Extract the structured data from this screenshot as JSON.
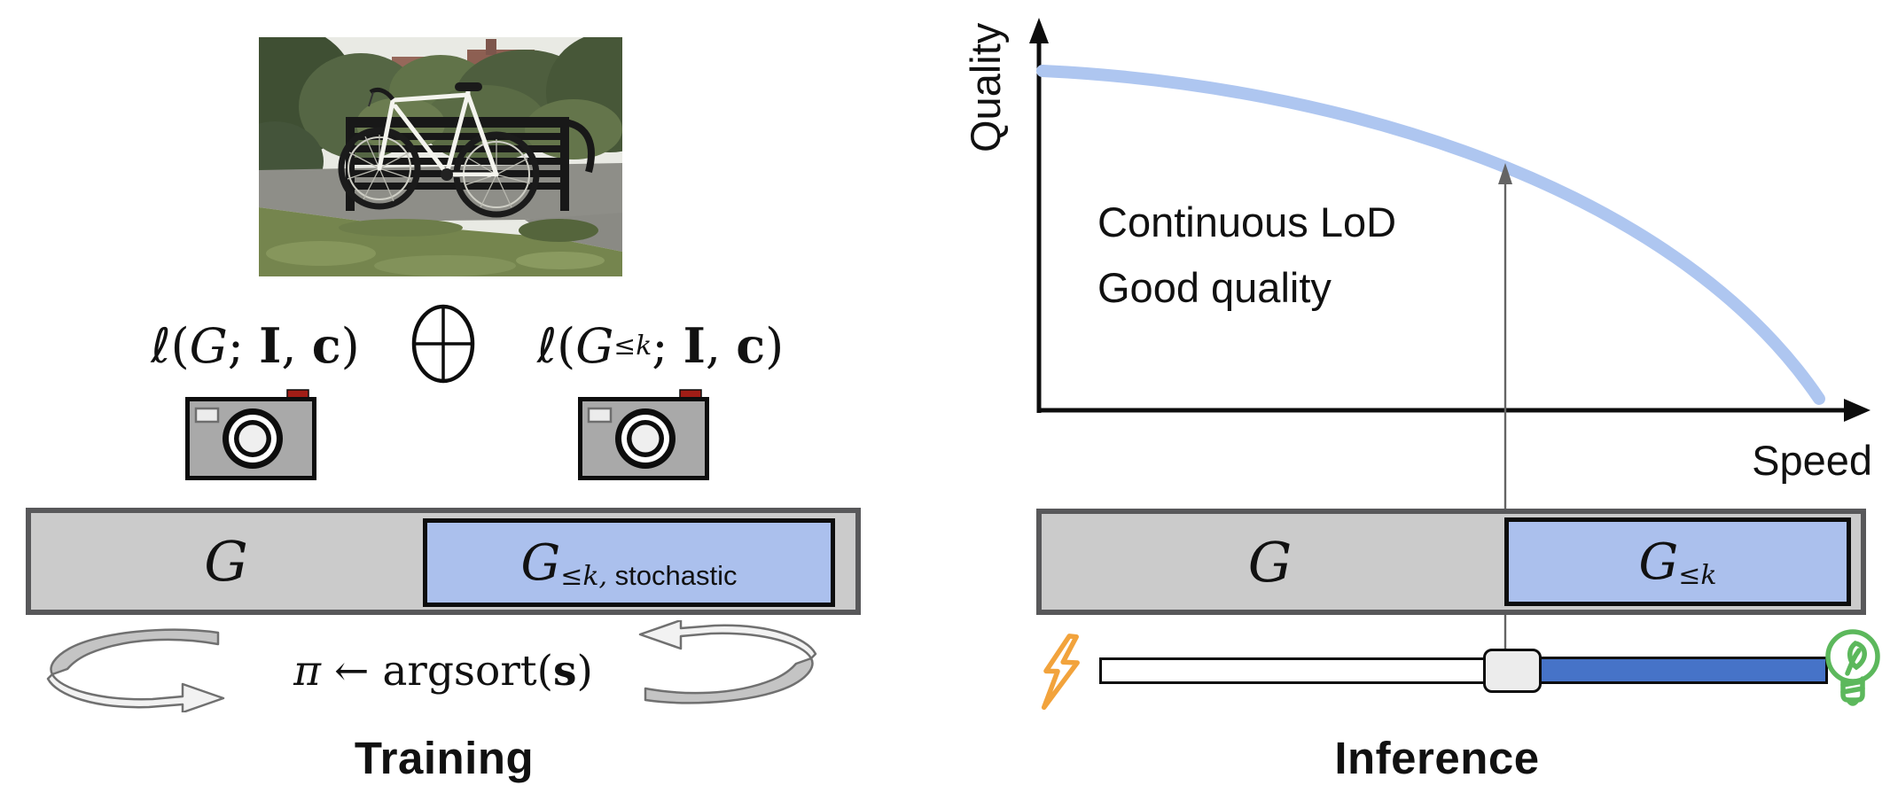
{
  "figure": {
    "left_caption": "Training",
    "right_caption": "Inference"
  },
  "colors": {
    "curve_blue": "#aec6f0",
    "box_blue": "#abc0ed",
    "slider_blue": "#4673c8",
    "bar_gray": "#cbcbcb",
    "bar_border": "#58585a",
    "bolt_orange": "#f2a33c",
    "bulb_green": "#5cb85c",
    "camera_red": "#a11d16"
  },
  "icons": {
    "oplus": "direct-sum circle-plus operator",
    "camera": "photo camera",
    "loop_arrow": "circular ribbon refresh arrow",
    "lightning": "speed lightning bolt",
    "bulb": "quality light bulb",
    "photo": "bicycle leaning on park bench"
  },
  "left": {
    "loss_full": {
      "ell_open": "ℓ(",
      "g": "G",
      "semi": "; ",
      "bold_i": "I",
      "comma": ", ",
      "bold_c": "c",
      "close": ")"
    },
    "loss_masked": {
      "ell_open": "ℓ(",
      "g": "G",
      "sub": "≤k",
      "semi": "; ",
      "bold_i": "I",
      "comma": ", ",
      "bold_c": "c",
      "close": ")"
    },
    "bar": {
      "full_label": "G",
      "masked_g": "G",
      "masked_sub_math": "≤k,",
      "masked_sub_text": " stochastic"
    },
    "update_rule": {
      "pi": "π",
      "arrow": " ← ",
      "func": "argsort(",
      "bold_s": "s",
      "close": ")"
    },
    "caption": "Training"
  },
  "right": {
    "chart_labels": {
      "ylabel": "Quality",
      "xlabel": "Speed",
      "annotation_line1": "Continuous LoD",
      "annotation_line2": "Good quality"
    },
    "bar": {
      "full_label": "G",
      "masked_g": "G",
      "masked_sub": "≤k"
    },
    "slider": {
      "position_fraction": 0.57
    },
    "caption": "Inference"
  },
  "chart_data": {
    "type": "line",
    "title": "",
    "xlabel": "Speed",
    "ylabel": "Quality",
    "annotations": [
      "Continuous LoD",
      "Good quality"
    ],
    "axes_numeric": false,
    "x_normalized": [
      0.0,
      0.1,
      0.2,
      0.3,
      0.4,
      0.5,
      0.57,
      0.7,
      0.8,
      0.9,
      0.95,
      1.0
    ],
    "quality_normalized": [
      0.98,
      0.97,
      0.95,
      0.92,
      0.88,
      0.82,
      0.76,
      0.62,
      0.48,
      0.28,
      0.15,
      0.02
    ],
    "vline_x_normalized": 0.57,
    "legend": [],
    "grid": false
  }
}
